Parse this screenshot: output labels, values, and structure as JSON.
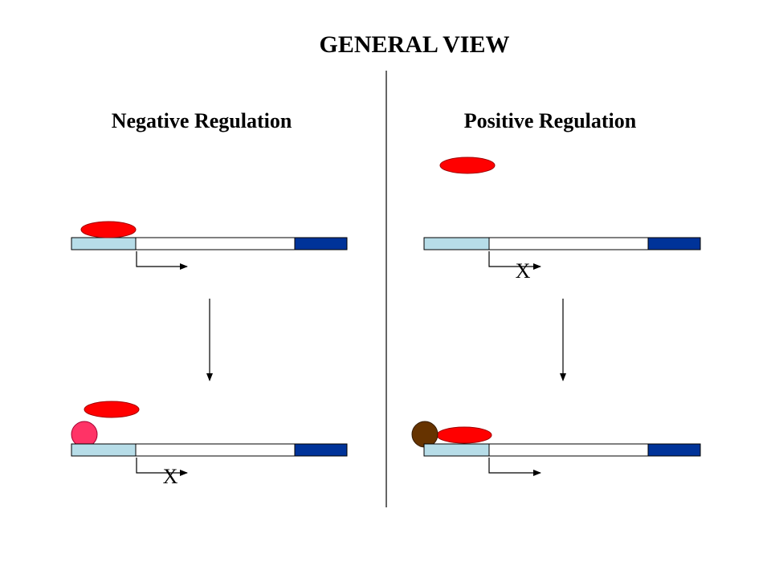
{
  "slide": {
    "title": "GENERAL VIEW",
    "left_heading": "Negative Regulation",
    "right_heading": "Positive Regulation",
    "blocked_mark": "X"
  },
  "colors": {
    "background": "#ffffff",
    "promoter": "#b7dde8",
    "gene_body": "#ffffff",
    "gene_end": "#003399",
    "repressor": "#ff0000",
    "inducer": "#ff3366",
    "activator_effector": "#663300",
    "outline": "#000000"
  },
  "panels": {
    "negative": {
      "top": {
        "transcription": "on",
        "bound_protein": "repressor-inactive-bound"
      },
      "bottom": {
        "transcription": "blocked",
        "free_protein": "repressor",
        "effector": "inducer"
      }
    },
    "positive": {
      "top": {
        "transcription": "blocked",
        "free_protein": "activator"
      },
      "bottom": {
        "transcription": "on",
        "bound_protein": "activator",
        "effector": "co-activator"
      }
    }
  }
}
